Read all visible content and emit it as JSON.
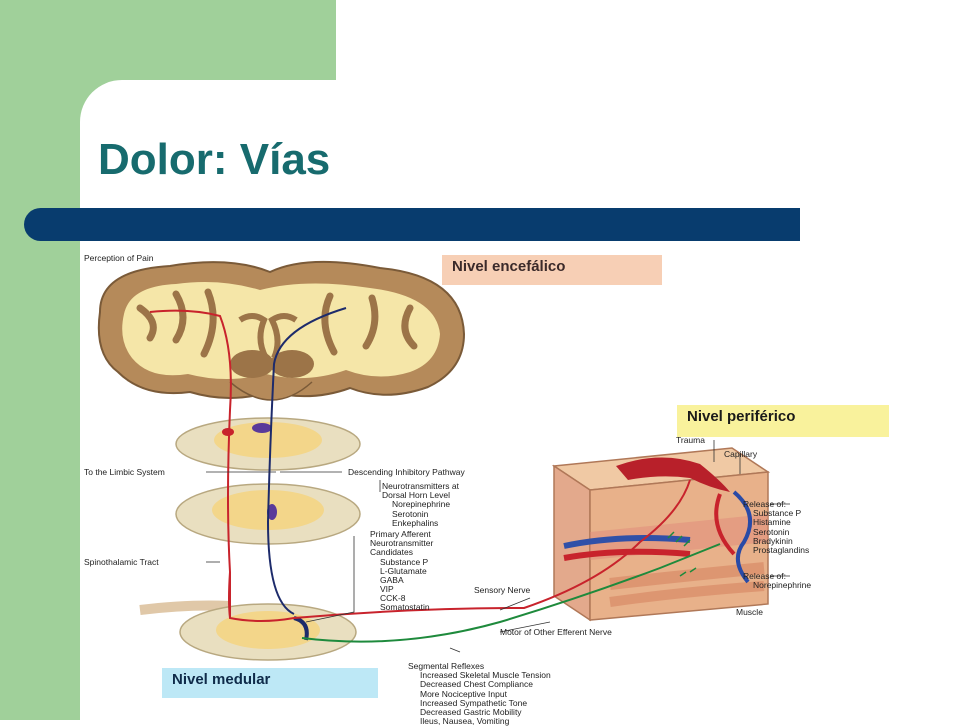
{
  "slide": {
    "title": "Dolor: Vías"
  },
  "diagram": {
    "levels": {
      "encefalico": "Nivel encefálico",
      "periferico": "Nivel periférico",
      "medular": "Nivel medular"
    },
    "labels": {
      "perception_of_pain": "Perception of Pain",
      "limbic_system": "To the Limbic System",
      "descending_pathway": "Descending Inhibitory Pathway",
      "spinothalamic_tract": "Spinothalamic Tract",
      "sensory_nerve": "Sensory Nerve",
      "motor_nerve": "Motor of Other Efferent Nerve",
      "trauma": "Trauma",
      "capillary": "Capillary",
      "muscle": "Muscle"
    },
    "neurotransmitters_dorsal_horn": {
      "heading": [
        "Neurotransmitters at",
        "Dorsal Horn Level"
      ],
      "items": [
        "Norepinephrine",
        "Serotonin",
        "Enkephalins"
      ]
    },
    "primary_afferent": {
      "heading": [
        "Primary Afferent",
        "Neurotransmitter",
        "Candidates"
      ],
      "items": [
        "Substance P",
        "L-Glutamate",
        "GABA",
        "VIP",
        "CCK-8",
        "Somatostatin"
      ]
    },
    "release_of_peripheral": {
      "heading": "Release of:",
      "items": [
        "Substance P",
        "Histamine",
        "Serotonin",
        "Bradykinin",
        "Prostaglandins"
      ]
    },
    "release_of_sympathetic": {
      "heading": "Release of:",
      "items": [
        "Norepinephrine"
      ]
    },
    "segmental_reflexes": {
      "heading": "Segmental Reflexes",
      "items": [
        "Increased Skeletal Muscle Tension",
        "Decreased Chest Compliance",
        "More Nociceptive Input",
        "Increased Sympathetic Tone",
        "Decreased Gastric Mobility",
        "Ileus, Nausea, Vomiting"
      ]
    },
    "colors": {
      "brain_tissue": "#b58a5a",
      "white_matter": "#f5e6a8",
      "afferent_path": "#c8232c",
      "descending_path": "#1d2b6b",
      "motor_path": "#1e8a3c",
      "skin": "#e8b18a"
    }
  }
}
